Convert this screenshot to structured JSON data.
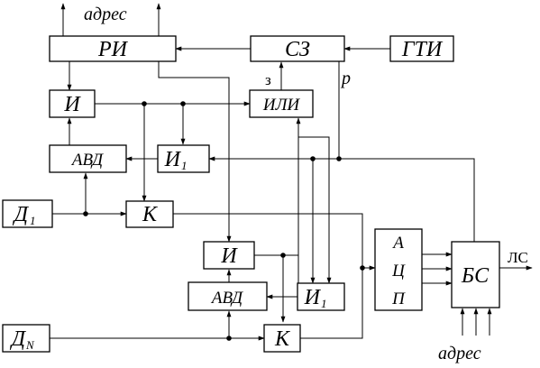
{
  "blocks": {
    "ri": "РИ",
    "sz": "СЗ",
    "gti": "ГТИ",
    "and_top": "И",
    "or": "ИЛИ",
    "avd_top": "АВД",
    "and1_top": "И",
    "and1_top_sub": "1",
    "d1": "Д",
    "d1_sub": "1",
    "k_top": "К",
    "and_bot": "И",
    "avd_bot": "АВД",
    "and1_bot": "И",
    "and1_bot_sub": "1",
    "dn": "Д",
    "dn_sub": "N",
    "k_bot": "К",
    "adc_a": "А",
    "adc_c": "Ц",
    "adc_p": "П",
    "bs": "БС"
  },
  "labels": {
    "address_top": "адрес",
    "address_bottom": "адрес",
    "z": "з",
    "p": "р",
    "ls": "ЛС"
  }
}
